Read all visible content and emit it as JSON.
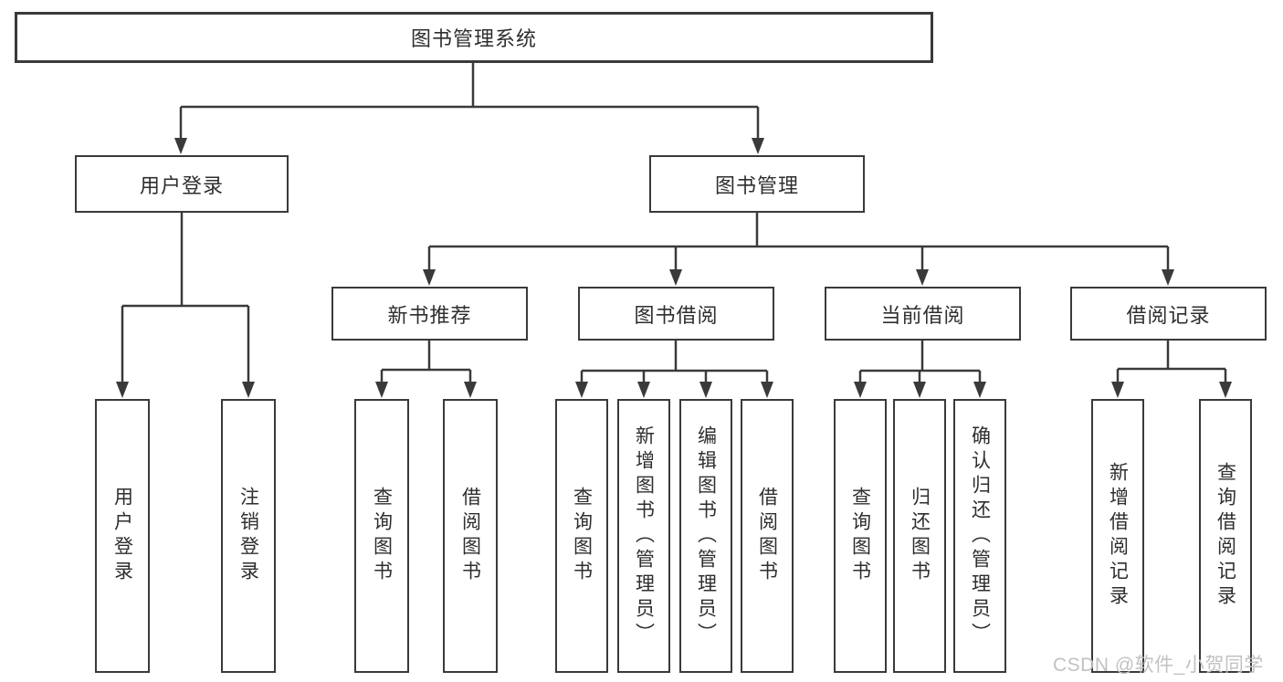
{
  "diagram_title": "图书管理系统",
  "nodes": {
    "root": {
      "label": "图书管理系统",
      "children": [
        "user_login",
        "book_mgmt"
      ]
    },
    "user_login": {
      "label": "用户登录",
      "children": [
        "leaf_user_login",
        "leaf_logout"
      ]
    },
    "book_mgmt": {
      "label": "图书管理",
      "children": [
        "new_book_rec",
        "book_borrow",
        "current_borrow",
        "borrow_records"
      ]
    },
    "new_book_rec": {
      "label": "新书推荐",
      "children": [
        "leaf_nbr_query",
        "leaf_nbr_borrow"
      ]
    },
    "book_borrow": {
      "label": "图书借阅",
      "children": [
        "leaf_bb_query",
        "leaf_bb_add",
        "leaf_bb_edit",
        "leaf_bb_borrow"
      ]
    },
    "current_borrow": {
      "label": "当前借阅",
      "children": [
        "leaf_cb_query",
        "leaf_cb_return",
        "leaf_cb_confirm"
      ]
    },
    "borrow_records": {
      "label": "借阅记录",
      "children": [
        "leaf_br_add",
        "leaf_br_query"
      ]
    },
    "leaf_user_login": {
      "label": "用户登录"
    },
    "leaf_logout": {
      "label": "注销登录"
    },
    "leaf_nbr_query": {
      "label": "查询图书"
    },
    "leaf_nbr_borrow": {
      "label": "借阅图书"
    },
    "leaf_bb_query": {
      "label": "查询图书"
    },
    "leaf_bb_add": {
      "label": "新增图书（管理员）"
    },
    "leaf_bb_edit": {
      "label": "编辑图书（管理员）"
    },
    "leaf_bb_borrow": {
      "label": "借阅图书"
    },
    "leaf_cb_query": {
      "label": "查询图书"
    },
    "leaf_cb_return": {
      "label": "归还图书"
    },
    "leaf_cb_confirm": {
      "label": "确认归还（管理员）"
    },
    "leaf_br_add": {
      "label": "新增借阅记录"
    },
    "leaf_br_query": {
      "label": "查询借阅记录"
    }
  },
  "watermark": {
    "text": "CSDN @软件_小贺同学"
  },
  "colors": {
    "line": "#3a3a3a",
    "text": "#2e2e2e",
    "watermark": "#c2c2c2",
    "background": "#ffffff"
  }
}
